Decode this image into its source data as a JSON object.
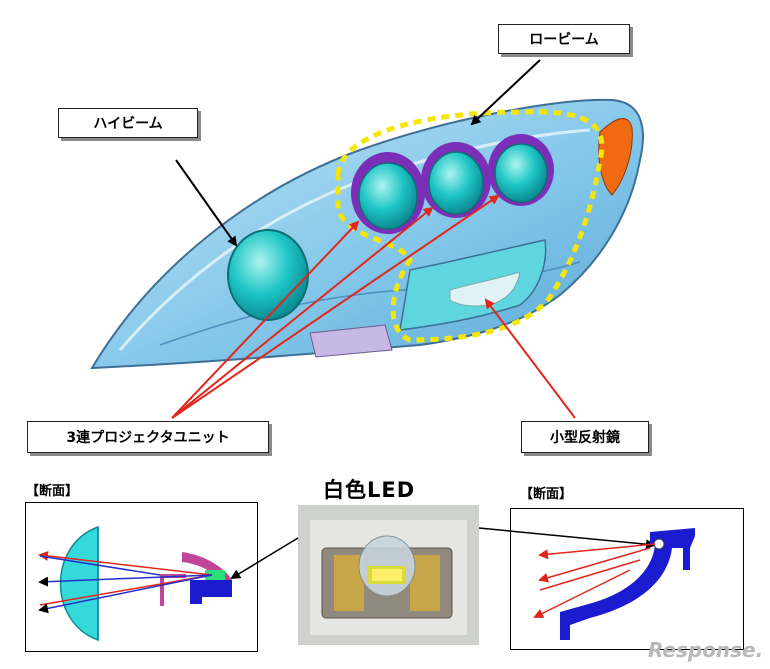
{
  "labels": {
    "low_beam": "ロービーム",
    "high_beam": "ハイビーム",
    "projector_units": "3連プロジェクタユニット",
    "small_reflector": "小型反射鏡",
    "section_left": "【断面】",
    "section_right": "【断面】",
    "white_led": "白色LED"
  },
  "watermark": "Response.",
  "colors": {
    "housing": "#7fc4e8",
    "lens": "#1fc6c6",
    "ring": "#7b2fb8",
    "amber": "#f06a12",
    "highlight": "#f4e60b",
    "ray_red": "#e3261d",
    "ray_blue": "#2430c8",
    "reflector": "#1b1bd0"
  }
}
